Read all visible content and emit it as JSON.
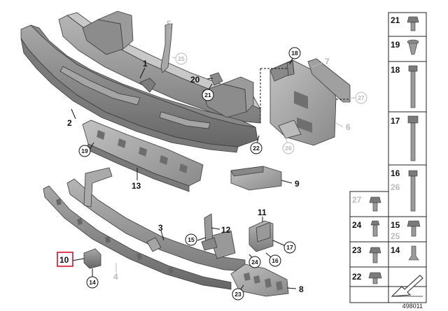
{
  "callouts": {
    "c1": "1",
    "c2": "2",
    "c3": "3",
    "c4": "4",
    "c5": "5",
    "c6": "6",
    "c7": "7",
    "c8": "8",
    "c9": "9",
    "c10": "10",
    "c11": "11",
    "c12": "12",
    "c13": "13",
    "c14": "14",
    "c15": "15",
    "c16": "16",
    "c17": "17",
    "c18": "18",
    "c19": "19",
    "c20": "20",
    "c21": "21",
    "c22": "22",
    "c23": "23",
    "c24": "24",
    "c25": "25",
    "c26": "26",
    "c27": "27"
  },
  "table": {
    "r21": "21",
    "r19": "19",
    "r18": "18",
    "r17": "17",
    "r16": "16",
    "r26": "26",
    "r27": "27",
    "r15": "15",
    "r25": "25",
    "r24": "24",
    "r23": "23",
    "r14": "14",
    "r22": "22"
  },
  "document_number": "498011",
  "colors": {
    "part_fill": "#9a9a9a",
    "part_dark": "#6f6f6f",
    "greyed_label": "#b8b8b8",
    "highlight_box": "#d0021b"
  }
}
